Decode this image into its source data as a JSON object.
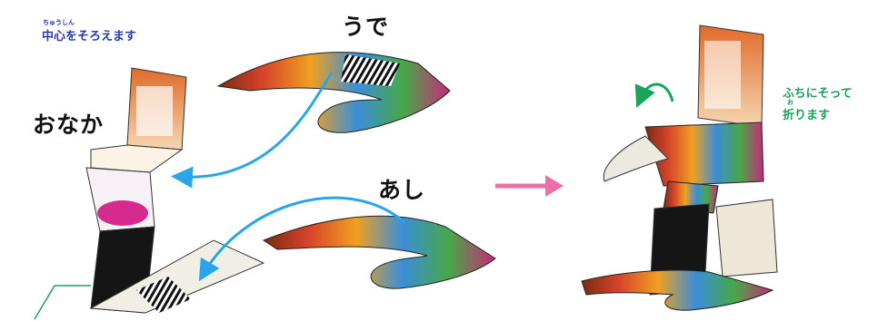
{
  "labels": {
    "center_note": "中心をそろえます",
    "center_note_ruby": "ちゅうしん",
    "belly": "おなか",
    "arm": "うで",
    "leg": "あし",
    "fold_note_line1": "ふちにそって",
    "fold_note_line2": "折ります",
    "fold_note_ruby": "お"
  },
  "colors": {
    "accent_blue": "#2a3aa8",
    "arrow_blue": "#2aa6e8",
    "fold_green": "#19a35b",
    "arrow_pink": "#ec6fa6"
  }
}
